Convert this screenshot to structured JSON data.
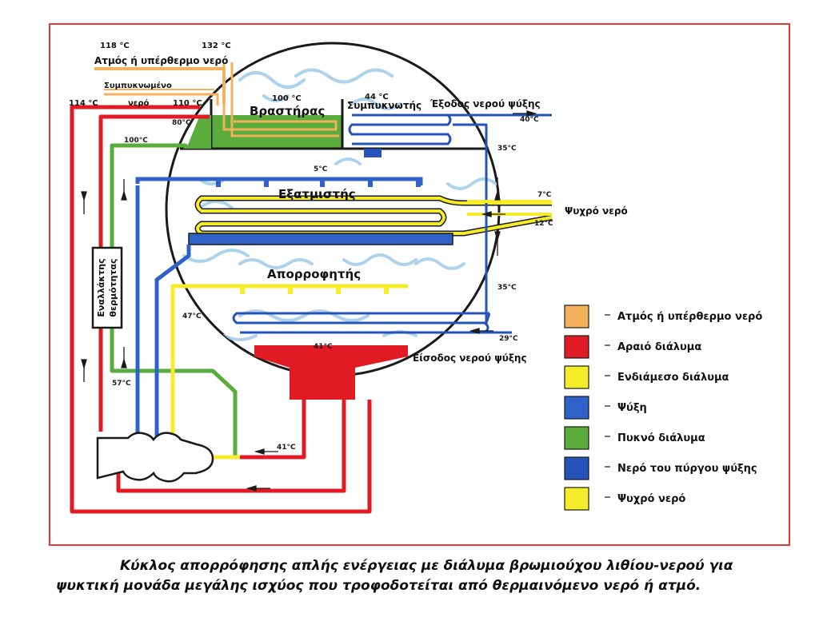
{
  "labels": {
    "steam_hot_water": "Ατμός ή υπέρθερμο νερό",
    "condensed_water_line1": "Συμπυκνωμένο",
    "condensed_water_line2": "νερό",
    "boiler": "Βραστήρας",
    "condenser": "Συμπυκνωτής",
    "cooling_water_outlet": "Έξοδος νερού ψύξης",
    "evaporator": "Εξατμιστής",
    "chilled_water": "Ψυχρό νερό",
    "absorber": "Απορροφητής",
    "cooling_water_inlet": "Είσοδος νερού ψύξης",
    "heat_exchanger_line1": "Εναλλάκτης",
    "heat_exchanger_line2": "θερμότητας"
  },
  "temperatures": {
    "t118": "118 °C",
    "t132": "132 °C",
    "t114": "114 °C",
    "t110": "110 °C",
    "t100_boiler": "100 °C",
    "t44": "44 °C",
    "t40": "40°C",
    "t80": "80°C",
    "t100_line": "100°C",
    "t35_upper": "35°C",
    "t5": "5°C",
    "t7": "7°C",
    "t12": "12°C",
    "t35_lower": "35°C",
    "t47": "47°C",
    "t29": "29°C",
    "t41_tank": "41°C",
    "t57": "57°C",
    "t41_line": "41°C"
  },
  "legend": [
    {
      "color": "#f2b15a",
      "text": "Ατμός ή υπέρθερμο νερό"
    },
    {
      "color": "#e01b24",
      "text": "Αραιό διάλυμα"
    },
    {
      "color": "#f6ec2a",
      "text": "Ενδιάμεσο διάλυμα"
    },
    {
      "color": "#2e62c8",
      "text": "Ψύξη"
    },
    {
      "color": "#5aac3c",
      "text": "Πυκνό διάλυμα"
    },
    {
      "color": "#2553b8",
      "text": "Νερό του πύργου ψύξης"
    },
    {
      "color": "#f6ec2a",
      "text": "Ψυχρό νερό"
    }
  ],
  "caption": "Κύκλος απορρόφησης απλής ενέργειας με διάλυμα βρωμιούχου λιθίου-νερού για ψυκτική μονάδα μεγάλης ισχύος που τροφοδοτείται από θερμαινόμενο νερό ή ατμό.",
  "colors": {
    "frame": "#e53935",
    "steam": "#f2b15a",
    "dilute": "#e01b24",
    "intermediate": "#f6ec2a",
    "cooling": "#2e62c8",
    "concentrated": "#5aac3c",
    "tower_water": "#2553b8",
    "chilled_water": "#f6ec2a"
  }
}
